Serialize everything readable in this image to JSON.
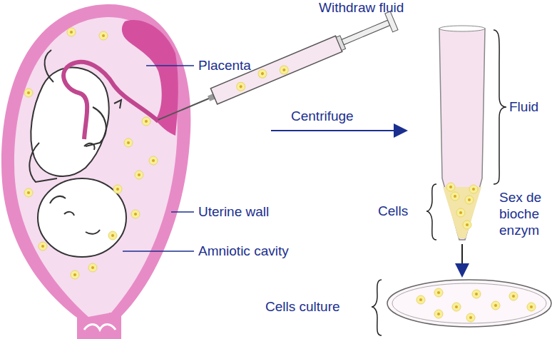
{
  "diagram": {
    "labels": [
      "Withdraw fluid",
      "Placenta",
      "Centrifuge",
      "Fluid",
      "Uterine wall",
      "Amniotic cavity",
      "Cells",
      "Sex de",
      "bioche",
      "enzym",
      "Cells culture"
    ]
  }
}
